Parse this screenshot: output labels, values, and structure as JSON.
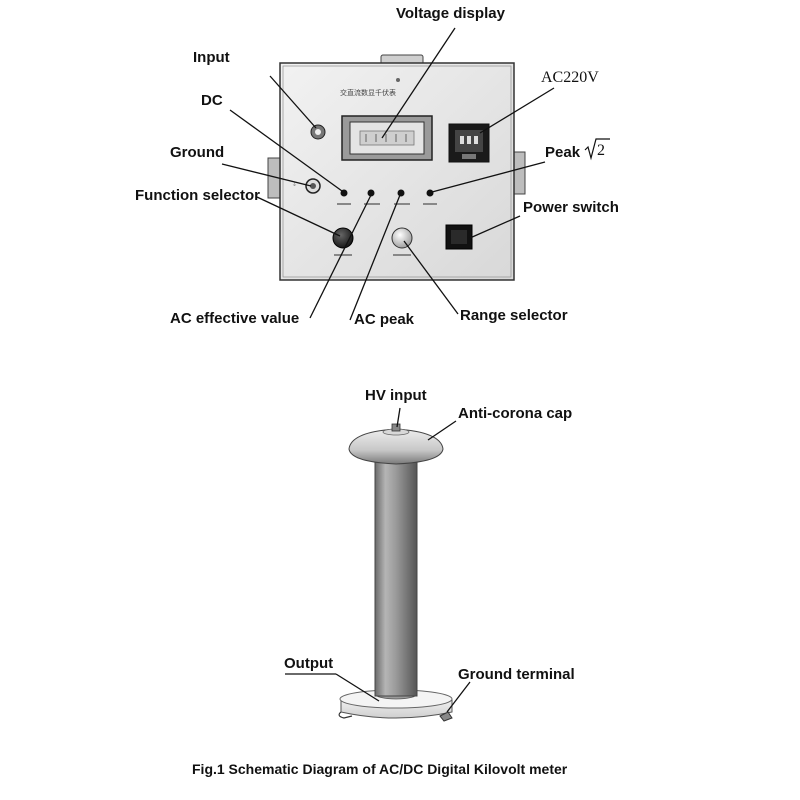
{
  "labels": {
    "voltage_display": "Voltage display",
    "input": "Input",
    "ac220v": "AC220V",
    "dc": "DC",
    "ground": "Ground",
    "peak": "Peak",
    "peak_radicand": "2",
    "function_selector": "Function selector",
    "power_switch": "Power switch",
    "ac_effective_value": "AC effective value",
    "ac_peak": "AC peak",
    "range_selector": "Range selector",
    "hv_input": "HV input",
    "anti_corona_cap": "Anti-corona cap",
    "output": "Output",
    "ground_terminal": "Ground terminal"
  },
  "panel": {
    "title": "交直流数显千伏表"
  },
  "caption": "Fig.1 Schematic Diagram of AC/DC Digital Kilovolt meter"
}
